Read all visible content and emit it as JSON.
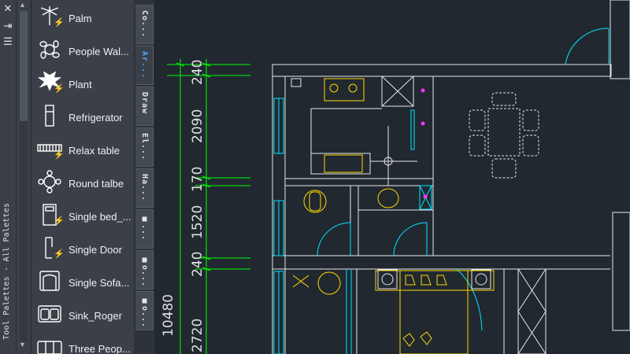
{
  "window": {
    "title": "Tool Palettes - All Palettes"
  },
  "titlebar": {
    "close_icon": "close-icon",
    "autohide_icon": "autohide-icon",
    "properties_icon": "properties-icon"
  },
  "tool_items": [
    {
      "label": "Palm",
      "icon": "palm-icon",
      "flash": true
    },
    {
      "label": "People Wal...",
      "icon": "people-walking-icon",
      "flash": false
    },
    {
      "label": "Plant",
      "icon": "plant-icon",
      "flash": true
    },
    {
      "label": "Refrigerator",
      "icon": "refrigerator-icon",
      "flash": false
    },
    {
      "label": "Relax table",
      "icon": "relax-table-icon",
      "flash": true
    },
    {
      "label": "Round talbe",
      "icon": "round-table-icon",
      "flash": false
    },
    {
      "label": "Single bed_...",
      "icon": "single-bed-icon",
      "flash": true
    },
    {
      "label": "Single Door",
      "icon": "single-door-icon",
      "flash": true
    },
    {
      "label": "Single Sofa...",
      "icon": "single-sofa-icon",
      "flash": false
    },
    {
      "label": "Sink_Roger",
      "icon": "sink-icon",
      "flash": false
    },
    {
      "label": "Three Peop...",
      "icon": "three-people-sofa-icon",
      "flash": false
    }
  ],
  "palette_tabs": [
    {
      "label": "Co...",
      "active": false
    },
    {
      "label": "Ar...",
      "active": true
    },
    {
      "label": "Draw",
      "active": false
    },
    {
      "label": "El...",
      "active": false
    },
    {
      "label": "Ha...",
      "active": false
    },
    {
      "label": "■...",
      "active": false
    },
    {
      "label": "■o...",
      "active": false
    },
    {
      "label": "■o...",
      "active": false
    }
  ],
  "drawing": {
    "dimensions": [
      "240",
      "2090",
      "170",
      "1520",
      "240",
      "2720",
      "10480"
    ],
    "colors": {
      "background": "#212830",
      "walls": "#ffffff",
      "dims": "#00ff00",
      "doors": "#00ffff",
      "furniture": "#ffd700",
      "fixtures": "#ff00ff"
    }
  }
}
